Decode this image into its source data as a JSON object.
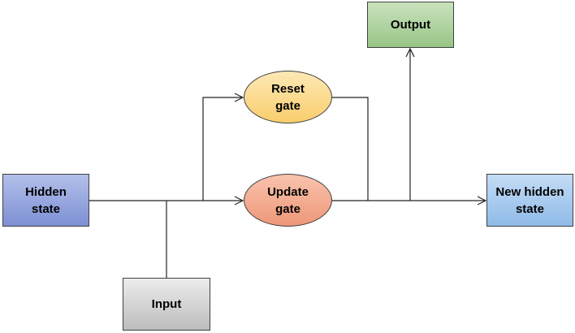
{
  "diagram": {
    "nodes": {
      "hidden_state": "Hidden\nstate",
      "input": "Input",
      "reset_gate": "Reset\ngate",
      "update_gate": "Update\ngate",
      "output": "Output",
      "new_hidden_state": "New hidden\nstate"
    },
    "colors": {
      "line": "#222222",
      "hidden_state": "#8fa0dc",
      "input": "#d4d4d4",
      "reset_gate": "#fbd889",
      "update_gate": "#f2a88b",
      "output": "#b0d3a1",
      "new_hidden_state": "#a8cbef"
    }
  }
}
